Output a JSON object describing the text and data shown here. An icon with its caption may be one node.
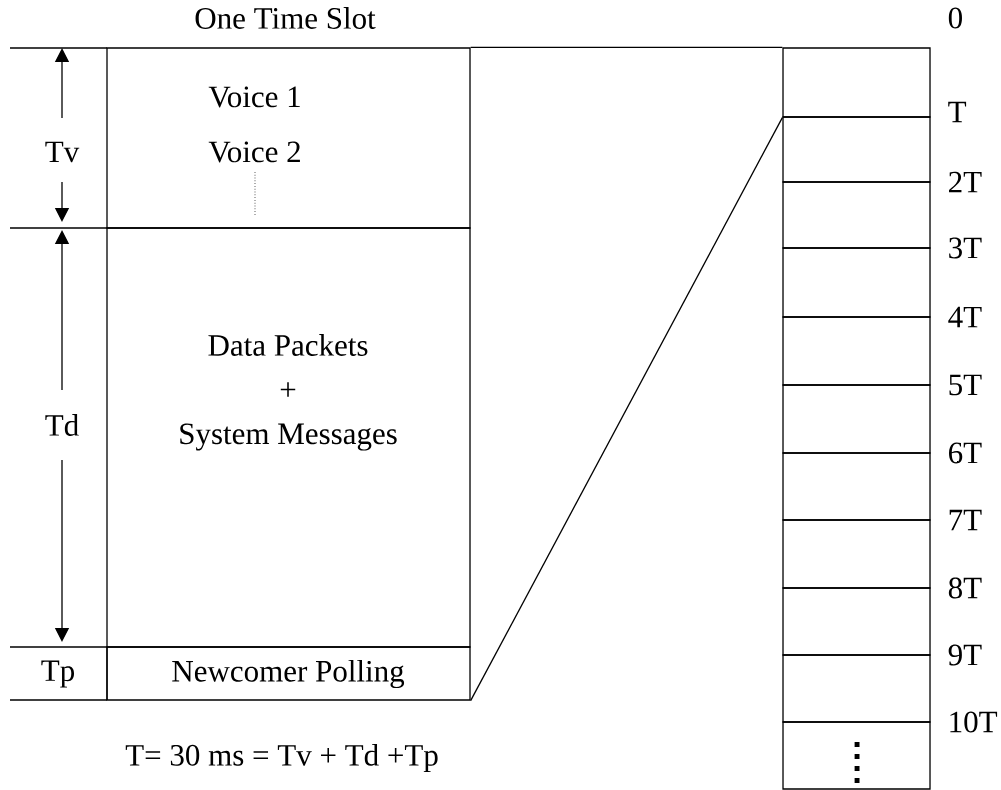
{
  "diagram": {
    "title": "One Time Slot",
    "nodes": [
      {
        "text": [
          "Voice 1",
          "Voice 2"
        ]
      },
      {
        "text": [
          "Data Packets",
          "+",
          "System Messages"
        ]
      },
      {
        "text": [
          "Newcomer Polling"
        ]
      },
      {
        "text": [],
        "shape": "box"
      },
      {
        "text": [],
        "shape": "box"
      },
      {
        "text": [],
        "shape": "box"
      },
      {
        "text": [],
        "shape": "box"
      },
      {
        "text": [],
        "shape": "box"
      },
      {
        "text": [],
        "shape": "box"
      },
      {
        "text": [],
        "shape": "box"
      },
      {
        "text": [],
        "shape": "box"
      },
      {
        "text": [],
        "shape": "box"
      },
      {
        "text": [],
        "shape": "box"
      },
      {
        "text": [],
        "shape": "box"
      }
    ],
    "edges": [
      {
        "from": 0,
        "to": 3,
        "arrow": "none"
      },
      {
        "from": 2,
        "to": 3,
        "arrow": "none"
      }
    ],
    "labels": [
      "Tv",
      "Td",
      "Tp",
      "0",
      "T",
      "2T",
      "3T",
      "4T",
      "5T",
      "6T",
      "7T",
      "8T",
      "9T",
      "10T",
      "T= 30 ms = Tv + Td +Tp"
    ]
  }
}
